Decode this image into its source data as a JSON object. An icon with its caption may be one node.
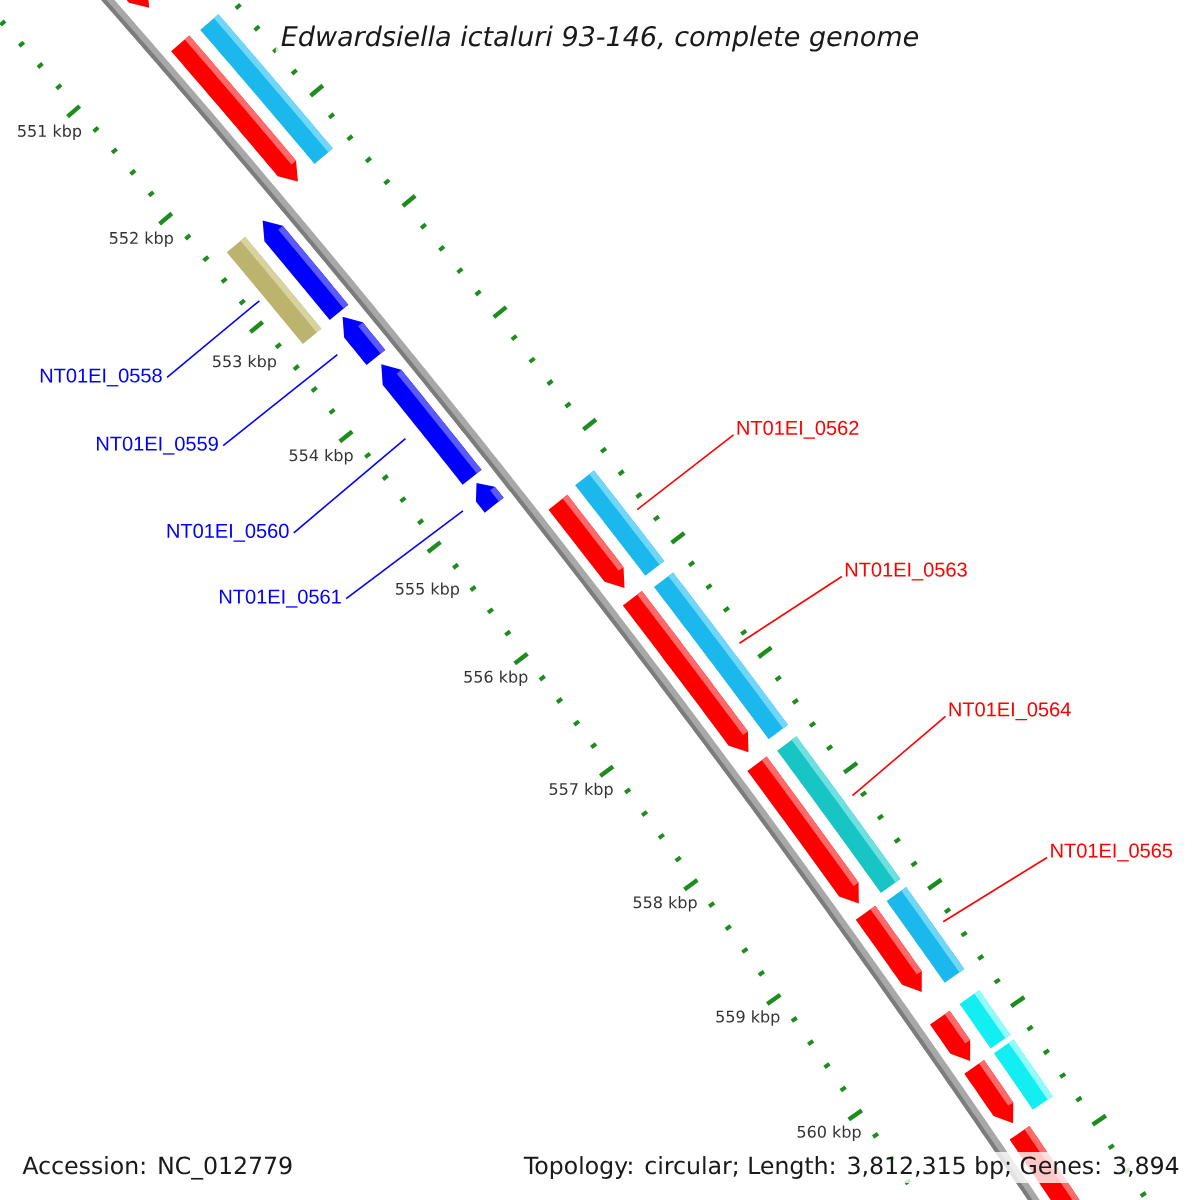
{
  "diagram": {
    "title": "Edwardsiella ictaluri 93-146, complete genome",
    "nodes": [
      {
        "text": [
          "NT01EI_0558"
        ]
      },
      {
        "text": [
          "NT01EI_0559"
        ]
      },
      {
        "text": [
          "NT01EI_0560"
        ]
      },
      {
        "text": [
          "NT01EI_0561"
        ]
      },
      {
        "text": [
          "NT01EI_0562"
        ]
      },
      {
        "text": [
          "NT01EI_0563"
        ]
      },
      {
        "text": [
          "NT01EI_0564"
        ]
      },
      {
        "text": [
          "NT01EI_0565"
        ]
      },
      {
        "text": [],
        "shape": "arrow"
      },
      {
        "text": [],
        "shape": "arrow"
      },
      {
        "text": [],
        "shape": "arrow"
      },
      {
        "text": [],
        "shape": "arrow"
      },
      {
        "text": [],
        "shape": "arrow"
      },
      {
        "text": [],
        "shape": "arrow"
      },
      {
        "text": [],
        "shape": "arrow"
      },
      {
        "text": [],
        "shape": "arrow"
      },
      {
        "text": [],
        "shape": "arrow"
      },
      {
        "text": [],
        "shape": "arrow"
      },
      {
        "text": [],
        "shape": "arrow"
      },
      {
        "text": [],
        "shape": "arrow"
      },
      {
        "text": [],
        "shape": "arrow"
      }
    ],
    "edges": [
      {
        "from": 0,
        "to": 10,
        "arrow": "none",
        "color": "#0000ff"
      },
      {
        "from": 1,
        "to": 11,
        "arrow": "none",
        "color": "#0000ff"
      },
      {
        "from": 2,
        "to": 12,
        "arrow": "none",
        "color": "#0000ff"
      },
      {
        "from": 3,
        "to": 13,
        "arrow": "none",
        "color": "#0000ff"
      },
      {
        "from": 4,
        "to": 14,
        "arrow": "none",
        "color": "#ff0000"
      },
      {
        "from": 5,
        "to": 15,
        "arrow": "none",
        "color": "#ff0000"
      },
      {
        "from": 6,
        "to": 16,
        "arrow": "none",
        "color": "#ff0000"
      },
      {
        "from": 7,
        "to": 17,
        "arrow": "none",
        "color": "#ff0000"
      }
    ],
    "labels": [
      "551 kbp",
      "552 kbp",
      "553 kbp",
      "554 kbp",
      "555 kbp",
      "556 kbp",
      "557 kbp",
      "558 kbp",
      "559 kbp",
      "560 kbp",
      "Accession: NC_012779",
      "Topology: circular; Length: 3,812,315 bp; Genes: 3,894"
    ]
  }
}
